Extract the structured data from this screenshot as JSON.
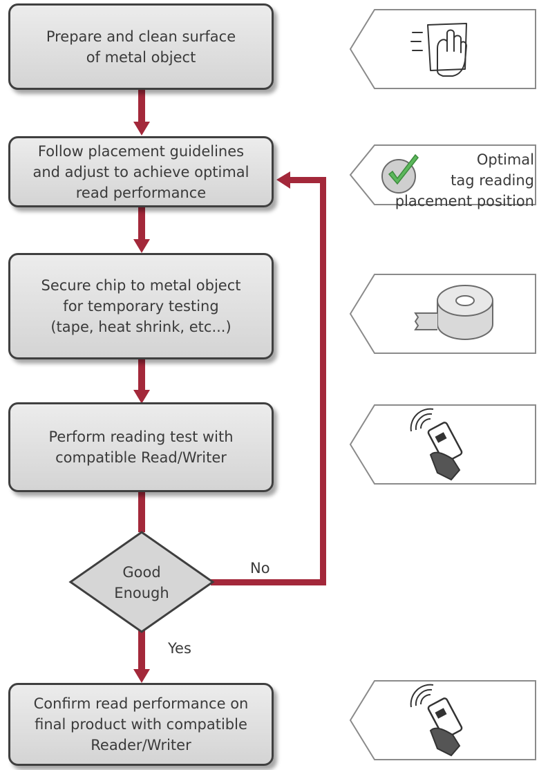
{
  "steps": {
    "prepare": "Prepare and clean surface\nof metal object",
    "placement": "Follow placement guidelines\nand adjust to achieve optimal\nread performance",
    "secure": "Secure chip to metal object\nfor temporary testing\n(tape, heat shrink, etc...)",
    "test": "Perform reading test with\ncompatible Read/Writer",
    "confirm": "Confirm read performance on\nfinal product with compatible\nReader/Writer"
  },
  "decision": {
    "label": "Good\nEnough",
    "no_label": "No",
    "yes_label": "Yes"
  },
  "side_panels": {
    "clean_icon": "wiping-hand-icon",
    "placement_icon": "checkmark-icon",
    "placement_text": "Optimal\ntag reading\nplacement position",
    "secure_icon": "tape-roll-icon",
    "test_icon": "handheld-reader-icon",
    "confirm_icon": "handheld-reader-icon"
  },
  "colors": {
    "arrow": "#a3283a",
    "box_border": "#3f3f3f",
    "box_fill": "#dcdcdc",
    "panel_border": "#8a8a8a",
    "check": "#5cb85c"
  }
}
